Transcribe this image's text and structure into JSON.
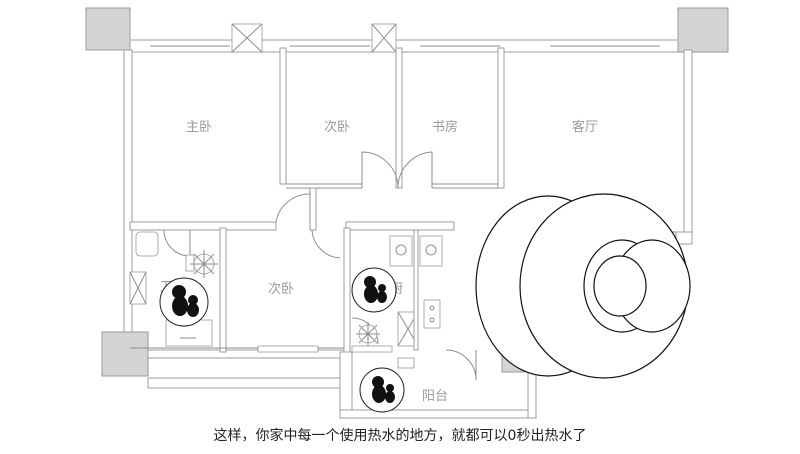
{
  "rooms": {
    "master_bedroom": "主卧",
    "second_bedroom": "次卧",
    "study": "书房",
    "living_room": "客厅",
    "bathroom": "卫生",
    "second_bedroom_lower": "次卧",
    "kitchen": "厨",
    "balcony": "阳台"
  },
  "caption": "这样，你家中每一个使用热水的地方，就都可以0秒出热水了",
  "icons": [
    "water-heater-mascot-icon",
    "shower-head-icon",
    "washbasin-icon",
    "bathtub-icon",
    "stove-icon"
  ]
}
